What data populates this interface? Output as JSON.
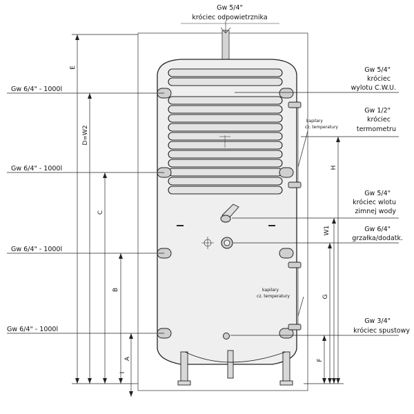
{
  "top": {
    "vent_size": "Gw 5/4\"",
    "vent_name": "króciec odpowietrznika"
  },
  "left_ports": [
    {
      "label": "Gw 6/4\" - 1000l"
    },
    {
      "label": "Gw 6/4\" - 1000l"
    },
    {
      "label": "Gw 6/4\" - 1000l"
    },
    {
      "label": "Gw 6/4\" - 1000l"
    }
  ],
  "right_labels": {
    "cwu": [
      "Gw 5/4\"",
      "króciec",
      "wylotu C.W.U."
    ],
    "thermo": [
      "Gw 1/2\"",
      "króciec",
      "termometru"
    ],
    "cold": [
      "Gw 5/4\"",
      "króciec wlotu",
      "zimnej wody"
    ],
    "heater": [
      "Gw 6/4\"",
      "grzałka/dodatk."
    ],
    "drain": [
      "Gw 3/4\"",
      "króciec spustowy"
    ]
  },
  "sensors": {
    "upper": [
      "kapilary",
      "cz. temperatury"
    ],
    "lower": [
      "kapilary",
      "cz. temperatury"
    ]
  },
  "dimensions": {
    "E": "E",
    "D": "D=W2",
    "C": "C",
    "B": "B",
    "A": "A",
    "I": "I",
    "H": "H",
    "W1": "W1",
    "G": "G",
    "F": "F"
  }
}
